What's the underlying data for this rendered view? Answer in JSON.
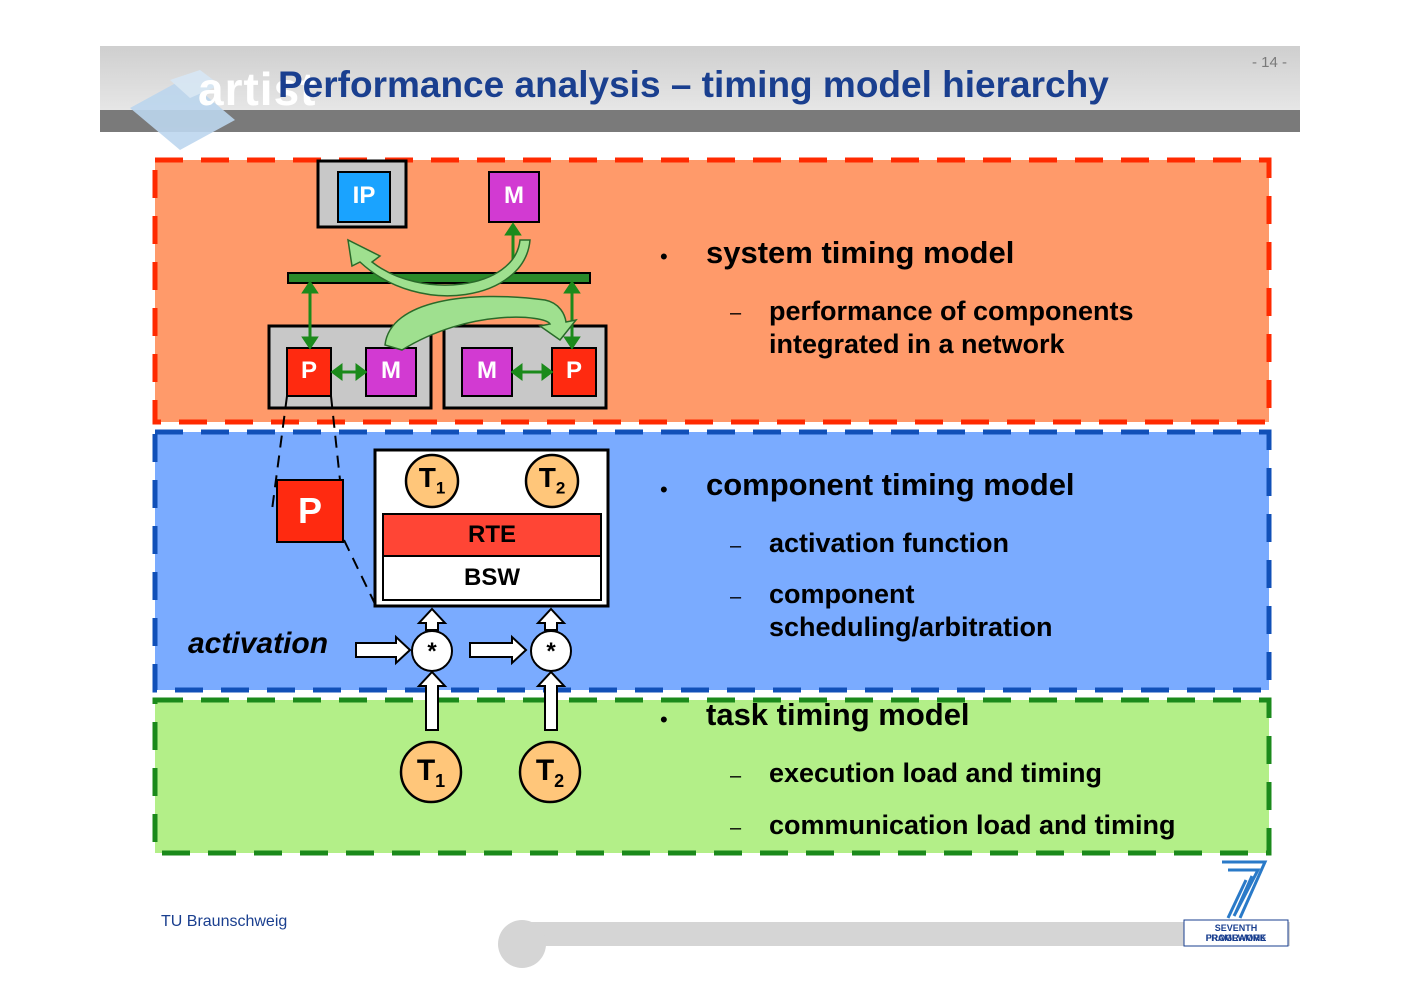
{
  "header": {
    "title": "Performance analysis – timing model hierarchy",
    "page_number": "- 14 -",
    "logo_text": "artist"
  },
  "diagram": {
    "system_level": {
      "ip_label": "IP",
      "m_top_label": "M",
      "ecu_left": {
        "p_label": "P",
        "m_label": "M"
      },
      "ecu_right": {
        "m_label": "M",
        "p_label": "P"
      }
    },
    "component_level": {
      "p_label": "P",
      "task1": {
        "letter": "T",
        "sub": "1"
      },
      "task2": {
        "letter": "T",
        "sub": "2"
      },
      "rte_label": "RTE",
      "bsw_label": "BSW",
      "activation_label": "activation",
      "op1": "*",
      "op2": "*"
    },
    "task_level": {
      "task1": {
        "letter": "T",
        "sub": "1"
      },
      "task2": {
        "letter": "T",
        "sub": "2"
      }
    }
  },
  "bullets": {
    "system": {
      "main": "system timing model",
      "subs": [
        "performance of components integrated in a network"
      ]
    },
    "component": {
      "main": "component timing model",
      "subs": [
        "activation function",
        "component scheduling/arbitration"
      ]
    },
    "task": {
      "main": "task timing model",
      "subs": [
        "execution load and timing",
        "communication load and timing"
      ]
    }
  },
  "footer": {
    "institution": "TU Braunschweig",
    "fp7_line1": "SEVENTH FRAMEWORK",
    "fp7_line2": "PROGRAMME"
  },
  "colors": {
    "system_band": "#ff9a6a",
    "component_band": "#7aabff",
    "task_band": "#b3ef88",
    "title": "#1a3f8f"
  }
}
